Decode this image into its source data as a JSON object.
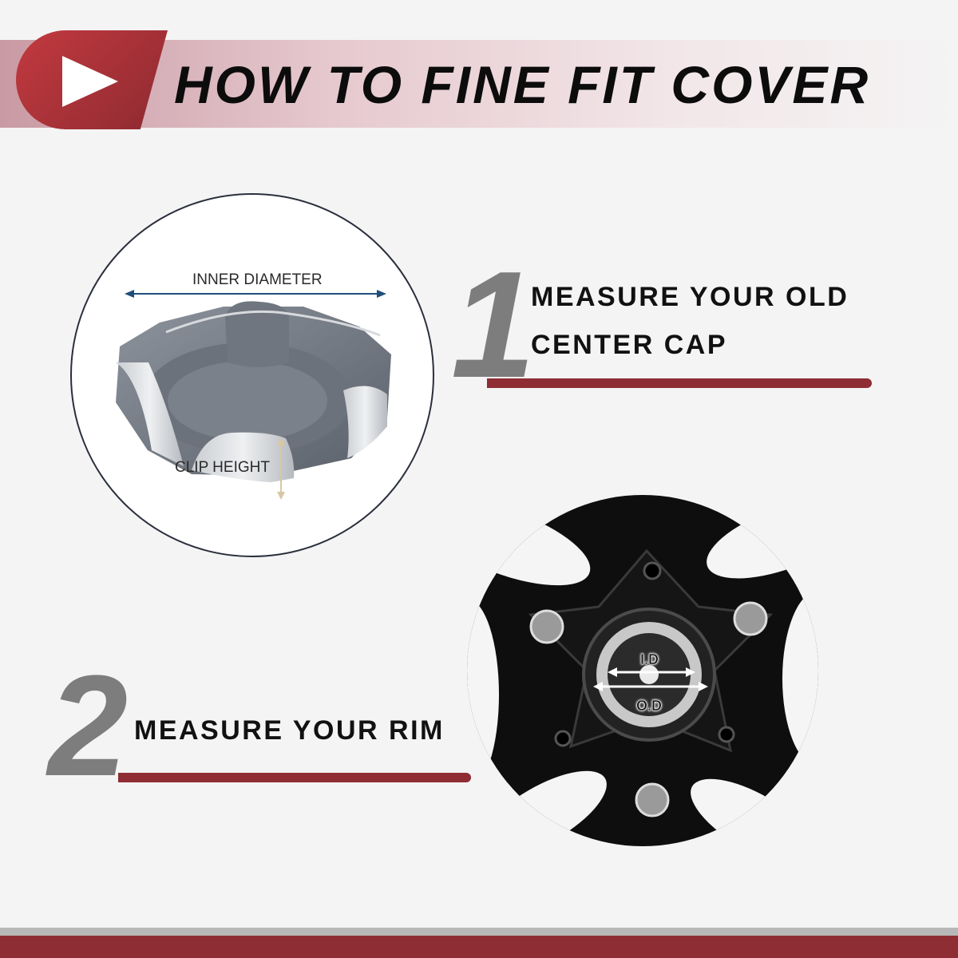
{
  "header": {
    "title": "HOW TO FINE FIT COVER",
    "badge_icon": "play-icon",
    "accent_color": "#8e2d33"
  },
  "cap_image": {
    "inner_diameter_label": "INNER DIAMETER",
    "clip_height_label": "CLIP HEIGHT"
  },
  "rim_image": {
    "id_label": "I.D",
    "od_label": "O.D"
  },
  "steps": [
    {
      "number": "1",
      "line1": "MEASURE YOUR OLD",
      "line2": "CENTER CAP"
    },
    {
      "number": "2",
      "line1": "MEASURE YOUR RIM"
    }
  ]
}
